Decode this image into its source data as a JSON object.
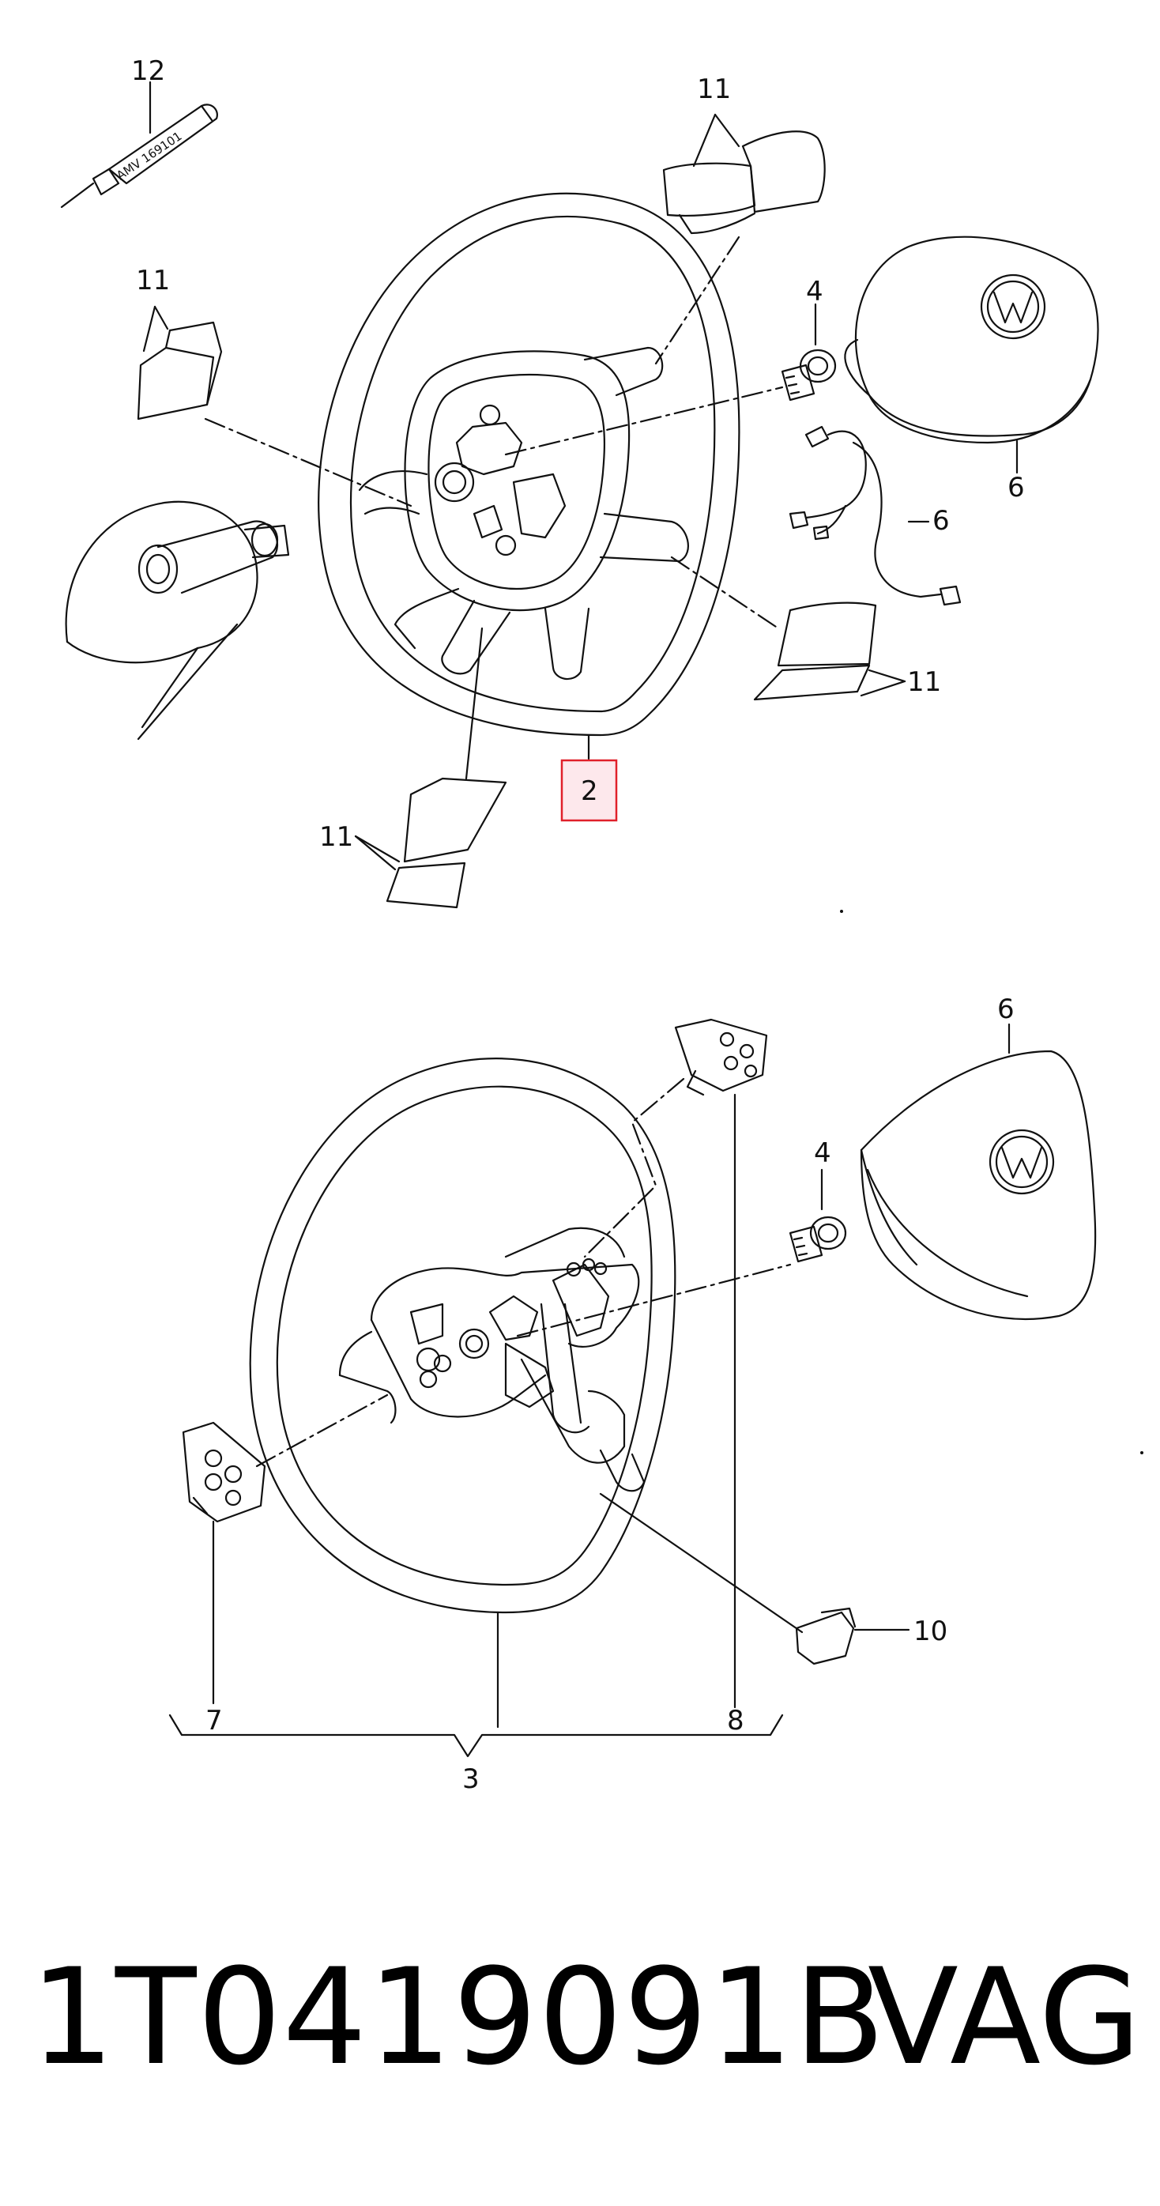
{
  "tube_text": "AMV 169101",
  "labels": {
    "n12": "12",
    "n11_top": "11",
    "n11_left": "11",
    "n4_top": "4",
    "n6_top": "6",
    "n6_wire": "6",
    "n11_right": "11",
    "n11_bottom": "11",
    "n2": "2",
    "n6_bottom": "6",
    "n4_bottom": "4",
    "n10": "10",
    "n7": "7",
    "n8": "8",
    "n3": "3"
  },
  "highlight_color": "#e0202a",
  "footer": {
    "part_number": "1T0419091B",
    "brand": "VAG"
  }
}
